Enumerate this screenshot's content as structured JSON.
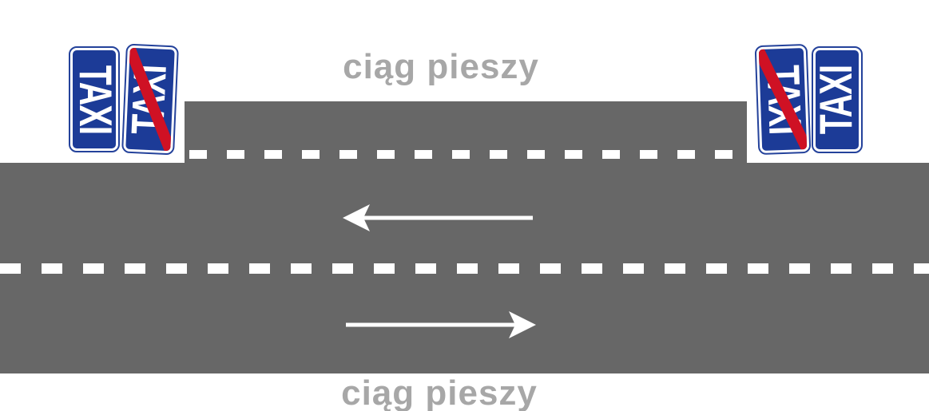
{
  "diagram": {
    "type": "road-scheme-taxi-stand",
    "walkway_label_top": "ciąg pieszy",
    "walkway_label_bottom": "ciąg pieszy",
    "signs": [
      {
        "id": "left-outer",
        "label": "TAXI",
        "variant": "taxi-stand"
      },
      {
        "id": "left-inner",
        "label": "TAXI",
        "variant": "taxi-stand-end"
      },
      {
        "id": "right-inner",
        "label": "TAXI",
        "variant": "taxi-stand-end"
      },
      {
        "id": "right-outer",
        "label": "TAXI",
        "variant": "taxi-stand"
      }
    ],
    "lanes": [
      {
        "position": "upper",
        "direction": "left"
      },
      {
        "position": "lower",
        "direction": "right"
      }
    ],
    "markings": [
      {
        "id": "bay-boundary",
        "style": "dashed-white"
      },
      {
        "id": "center-divider",
        "style": "dashed-white"
      }
    ],
    "colors": {
      "road_gray": "#676767",
      "label_gray": "#a7a7a7",
      "sign_blue": "#1c3b97",
      "sign_border_blue": "#24429b",
      "stripe_red": "#cf1124",
      "marking_white": "#ffffff"
    }
  }
}
